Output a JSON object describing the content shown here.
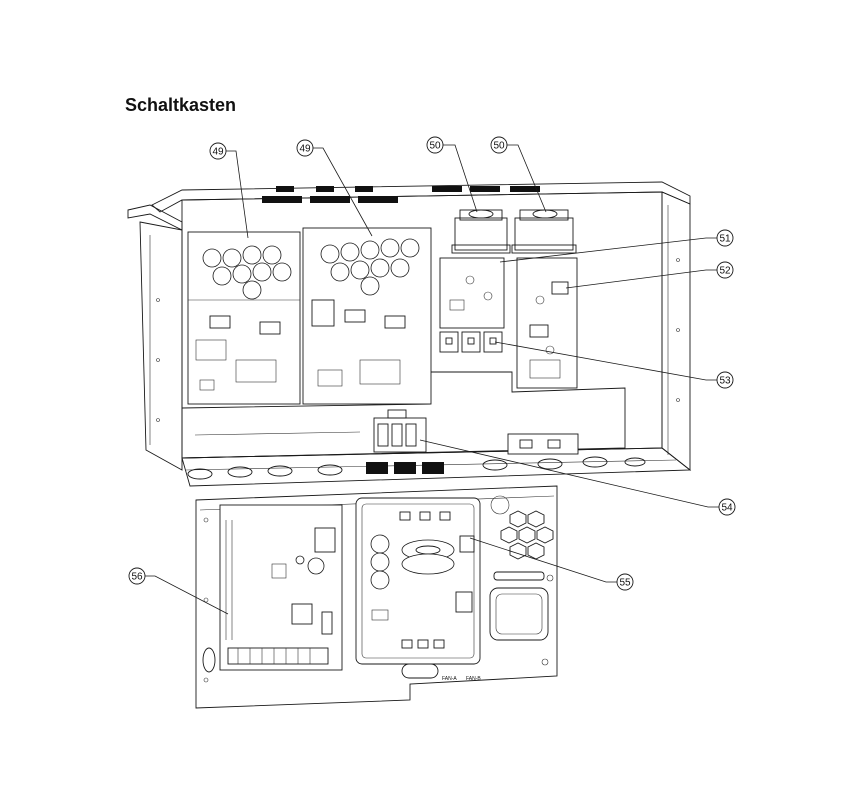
{
  "page": {
    "title": "Schaltkasten"
  },
  "callouts": [
    {
      "id": "49a",
      "label": "49"
    },
    {
      "id": "49b",
      "label": "49"
    },
    {
      "id": "50a",
      "label": "50"
    },
    {
      "id": "50b",
      "label": "50"
    },
    {
      "id": "51",
      "label": "51"
    },
    {
      "id": "52",
      "label": "52"
    },
    {
      "id": "53",
      "label": "53"
    },
    {
      "id": "54",
      "label": "54"
    },
    {
      "id": "55",
      "label": "55"
    },
    {
      "id": "56",
      "label": "56"
    }
  ],
  "board_labels": {
    "fan_a": "FAN-A",
    "fan_b": "FAN-B"
  }
}
